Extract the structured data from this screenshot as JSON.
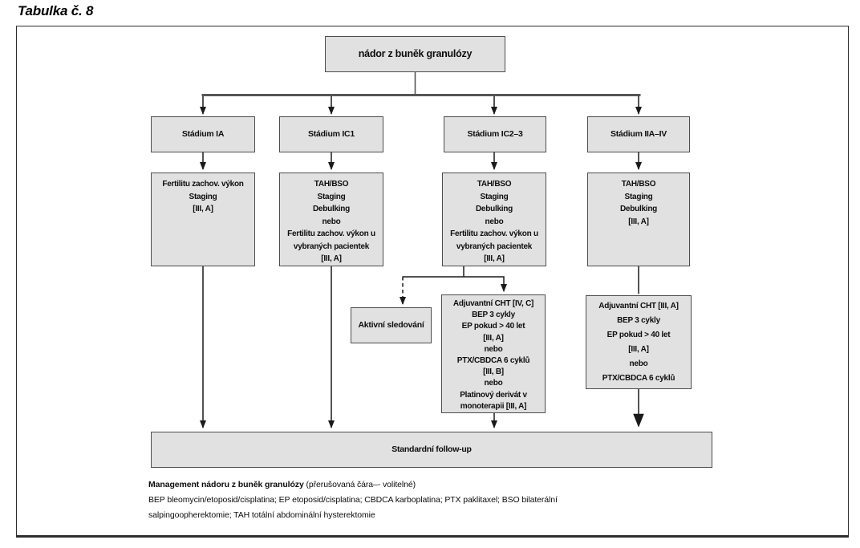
{
  "title": "Tabulka č. 8",
  "flowchart": {
    "root": {
      "label": "nádor z buněk granulózy"
    },
    "stages": [
      {
        "label": "Stádium IA",
        "treatment": "Fertilitu zachov. výkon\nStaging\n[III, A]"
      },
      {
        "label": "Stádium IC1",
        "treatment": "TAH/BSO\nStaging\nDebulking\nnebo\nFertilitu zachov. výkon u\nvybraných pacientek\n[III, A]"
      },
      {
        "label": "Stádium IC2–3",
        "treatment": "TAH/BSO\nStaging\nDebulking\nnebo\nFertilitu zachov. výkon u\nvybraných pacientek\n[III, A]"
      },
      {
        "label": "Stádium IIA–IV",
        "treatment": "TAH/BSO\nStaging\nDebulking\n[III, A]"
      }
    ],
    "active_surveillance": "Aktivní sledování",
    "adjuvant_ic23": "Adjuvantní CHT [IV, C]\nBEP 3 cykly\nEP pokud > 40 let\n[III, A]\nnebo\nPTX/CBDCA 6 cyklů\n[III, B]\nnebo\nPlatinový derivát v\nmonoterapii [III, A]",
    "adjuvant_iia_iv": "Adjuvantní CHT [III, A]\nBEP 3 cykly\nEP pokud > 40 let\n[III, A]\nnebo\nPTX/CBDCA 6 cyklů",
    "followup": "Standardní follow-up"
  },
  "legend": {
    "title_bold": "Management nádoru z buněk granulózy",
    "title_rest": " (přerušovaná čára–- volitelné)",
    "line2": "BEP bleomycin/etoposid/cisplatina; EP etoposid/cisplatina; CBDCA karboplatina; PTX paklitaxel; BSO bilaterální",
    "line3": "salpingoopherektomie; TAH totální abdominální hysterektomie"
  },
  "colors": {
    "box_fill": "#e1e1e1",
    "box_border": "#4d4d4d",
    "line": "#1a1a1a",
    "thick_line": "#555555"
  }
}
